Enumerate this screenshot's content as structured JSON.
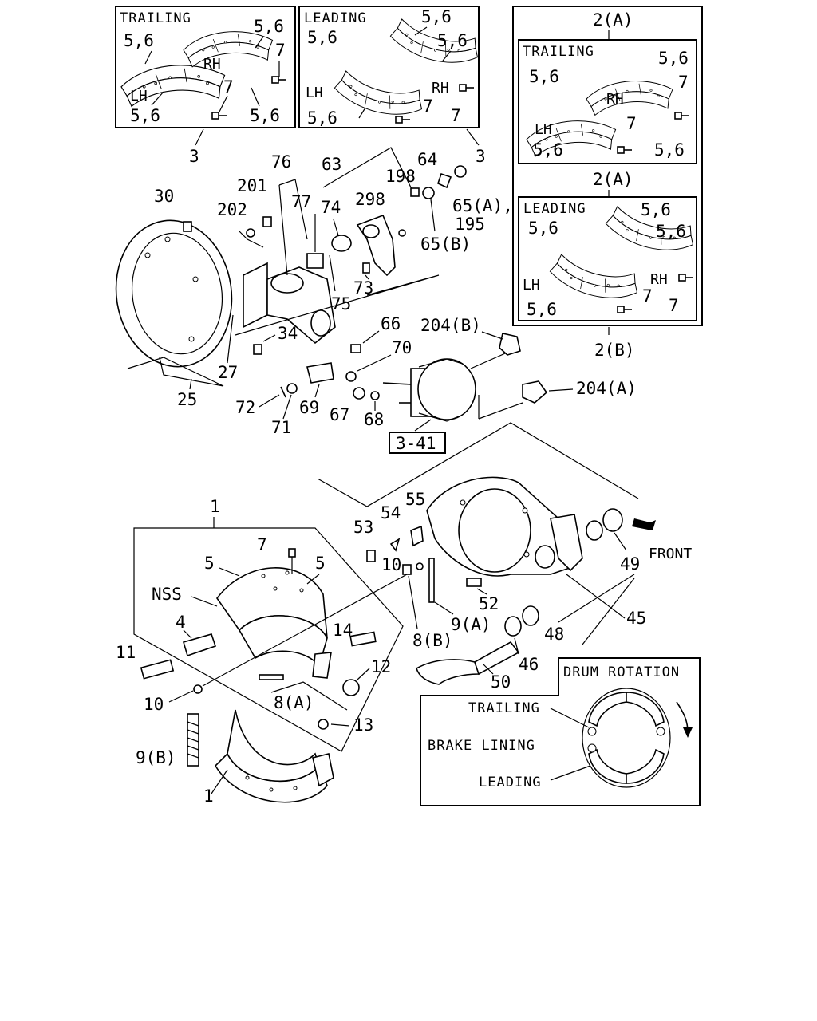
{
  "legend": {
    "trailing": "TRAILING",
    "leading": "LEADING",
    "lh": "LH",
    "rh": "RH"
  },
  "labels": {
    "lining_5_6": "5,6",
    "screw_7": "7",
    "kit_3": "3",
    "kit_2a": "2(A)",
    "kit_2b": "2(B)",
    "p30": "30",
    "p201": "201",
    "p202": "202",
    "p76": "76",
    "p77": "77",
    "p63": "63",
    "p298": "298",
    "p74": "74",
    "p198": "198",
    "p64": "64",
    "p65a": "65(A),",
    "p195": "195",
    "p65b": "65(B)",
    "p73": "73",
    "p75": "75",
    "p34": "34",
    "p27": "27",
    "p25": "25",
    "p66": "66",
    "p70": "70",
    "p204b": "204(B)",
    "p204a": "204(A)",
    "p72": "72",
    "p71": "71",
    "p69": "69",
    "p67": "67",
    "p68": "68",
    "ref341": "3-41",
    "p1": "1",
    "p5": "5",
    "nss": "NSS",
    "p4": "4",
    "p11": "11",
    "p10": "10",
    "p14": "14",
    "p12": "12",
    "p8a": "8(A)",
    "p8b": "8(B)",
    "p13": "13",
    "p9b": "9(B)",
    "p9a": "9(A)",
    "p53": "53",
    "p54": "54",
    "p55": "55",
    "p52": "52",
    "p46": "46",
    "p48": "48",
    "p50": "50",
    "p45": "45",
    "p49": "49",
    "front": "FRONT"
  },
  "rotation": {
    "title": "DRUM ROTATION",
    "trailing": "TRAILING",
    "brake_lining": "BRAKE LINING",
    "leading": "LEADING"
  },
  "colors": {
    "ink": "#000000",
    "paper": "#ffffff"
  }
}
